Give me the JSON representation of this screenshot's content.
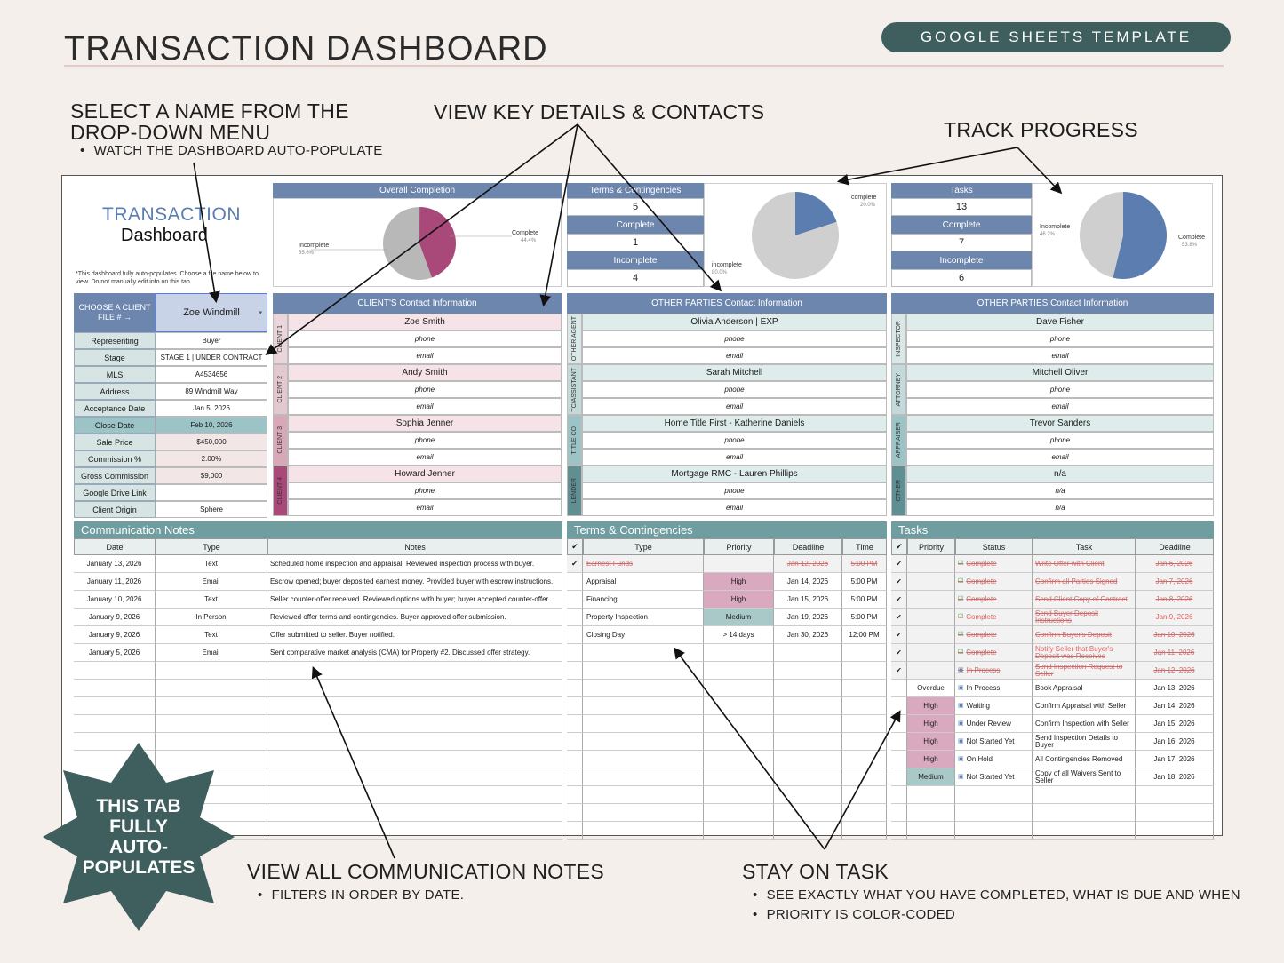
{
  "header": {
    "title": "TRANSACTION DASHBOARD",
    "badge": "GOOGLE SHEETS TEMPLATE"
  },
  "callouts": {
    "select": {
      "line1": "SELECT A NAME FROM THE",
      "line2": "DROP-DOWN MENU",
      "bullet": "WATCH THE DASHBOARD AUTO-POPULATE"
    },
    "view": "VIEW KEY DETAILS & CONTACTS",
    "track": "TRACK PROGRESS",
    "notes": {
      "title": "VIEW ALL COMMUNICATION NOTES",
      "bullet": "FILTERS IN ORDER BY DATE."
    },
    "task": {
      "title": "STAY ON TASK",
      "bullet1": "SEE EXACTLY WHAT YOU HAVE COMPLETED, WHAT IS DUE AND WHEN",
      "bullet2": "PRIORITY IS COLOR-CODED"
    },
    "star": {
      "l1": "THIS TAB",
      "l2": "FULLY",
      "l3": "AUTO-",
      "l4": "POPULATES"
    }
  },
  "dash": {
    "logo1": "TRANSACTION",
    "logo2": "Dashboard",
    "note": "*This dashboard fully auto-populates. Choose a file name below to view. Do not manually edit info on this tab.",
    "choose": "CHOOSE A CLIENT FILE # →",
    "selected": "Zoe Windmill"
  },
  "overall": {
    "title": "Overall Completion",
    "incomplete_label": "Incomplete",
    "incomplete_pct": "55.6%",
    "complete_label": "Complete",
    "complete_pct": "44.4%"
  },
  "terms_summary": {
    "title": "Terms & Contingencies",
    "total": "5",
    "complete_label": "Complete",
    "complete": "1",
    "incomplete_label": "Incomplete",
    "incomplete": "4",
    "pie_complete": "complete",
    "pie_complete_pct": "20.0%",
    "pie_incomplete": "incomplete",
    "pie_incomplete_pct": "80.0%"
  },
  "tasks_summary": {
    "title": "Tasks",
    "total": "13",
    "complete_label": "Complete",
    "complete": "7",
    "incomplete_label": "Incomplete",
    "incomplete": "6",
    "pie_incomplete": "Incomplete",
    "pie_incomplete_pct": "46.2%",
    "pie_complete": "Complete",
    "pie_complete_pct": "53.8%"
  },
  "details": [
    {
      "k": "Representing",
      "v": "Buyer"
    },
    {
      "k": "Stage",
      "v": "STAGE 1 | UNDER CONTRACT"
    },
    {
      "k": "MLS",
      "v": "A4534656"
    },
    {
      "k": "Address",
      "v": "89 Windmill Way"
    },
    {
      "k": "Acceptance Date",
      "v": "Jan 5, 2026"
    },
    {
      "k": "Close Date",
      "v": "Feb 10, 2026"
    },
    {
      "k": "Sale Price",
      "v": "$450,000"
    },
    {
      "k": "Commission %",
      "v": "2.00%"
    },
    {
      "k": "Gross Commission",
      "v": "$9,000"
    },
    {
      "k": "Google Drive Link",
      "v": ""
    },
    {
      "k": "Client Origin",
      "v": "Sphere"
    }
  ],
  "client_contacts": {
    "title": "CLIENT'S Contact Information",
    "groups": [
      {
        "tag": "CLIENT 1",
        "name": "Zoe Smith",
        "phone": "phone",
        "email": "email"
      },
      {
        "tag": "CLIENT 2",
        "name": "Andy Smith",
        "phone": "phone",
        "email": "email"
      },
      {
        "tag": "CLIENT 3",
        "name": "Sophia Jenner",
        "phone": "phone",
        "email": "email"
      },
      {
        "tag": "CLIENT 4",
        "name": "Howard Jenner",
        "phone": "phone",
        "email": "email"
      }
    ]
  },
  "other1": {
    "title": "OTHER PARTIES Contact Information",
    "groups": [
      {
        "tag": "OTHER AGENT",
        "name": "Olivia Anderson | EXP",
        "phone": "phone",
        "email": "email"
      },
      {
        "tag": "TC/ASSISTANT",
        "name": "Sarah Mitchell",
        "phone": "phone",
        "email": "email"
      },
      {
        "tag": "TITLE CO",
        "name": "Home Title First - Katherine Daniels",
        "phone": "phone",
        "email": "email"
      },
      {
        "tag": "LENDER",
        "name": "Mortgage RMC - Lauren Phillips",
        "phone": "phone",
        "email": "email"
      }
    ]
  },
  "other2": {
    "title": "OTHER PARTIES Contact Information",
    "groups": [
      {
        "tag": "INSPECTOR",
        "name": "Dave Fisher",
        "phone": "phone",
        "email": "email"
      },
      {
        "tag": "ATTORNEY",
        "name": "Mitchell Oliver",
        "phone": "phone",
        "email": "email"
      },
      {
        "tag": "APPRAISER",
        "name": "Trevor Sanders",
        "phone": "phone",
        "email": "email"
      },
      {
        "tag": "OTHER",
        "name": "n/a",
        "phone": "n/a",
        "email": "n/a"
      }
    ]
  },
  "comm": {
    "title": "Communication Notes",
    "cols": [
      "Date",
      "Type",
      "Notes"
    ],
    "rows": [
      {
        "date": "January 13, 2026",
        "type": "Text",
        "note": "Scheduled home inspection and appraisal. Reviewed inspection process with buyer."
      },
      {
        "date": "January 11, 2026",
        "type": "Email",
        "note": "Escrow opened; buyer deposited earnest money. Provided buyer with escrow instructions."
      },
      {
        "date": "January 10, 2026",
        "type": "Text",
        "note": "Seller counter-offer received. Reviewed options with buyer; buyer accepted counter-offer."
      },
      {
        "date": "January 9, 2026",
        "type": "In Person",
        "note": "Reviewed offer terms and contingencies. Buyer approved offer submission."
      },
      {
        "date": "January 9, 2026",
        "type": "Text",
        "note": "Offer submitted to seller. Buyer notified."
      },
      {
        "date": "January 5, 2026",
        "type": "Email",
        "note": "Sent comparative market analysis (CMA) for Property #2. Discussed offer strategy."
      }
    ]
  },
  "terms": {
    "title": "Terms & Contingencies",
    "cols": [
      "✔",
      "Type",
      "Priority",
      "Deadline",
      "Time"
    ],
    "rows": [
      {
        "done": "✔",
        "type": "Earnest Funds",
        "priority": "",
        "deadline": "Jan 12, 2026",
        "time": "5:00 PM",
        "struck": true,
        "pcolor": ""
      },
      {
        "done": "",
        "type": "Appraisal",
        "priority": "High",
        "deadline": "Jan 14, 2026",
        "time": "5:00 PM",
        "struck": false,
        "pcolor": "#d9a9bf"
      },
      {
        "done": "",
        "type": "Financing",
        "priority": "High",
        "deadline": "Jan 15, 2026",
        "time": "5:00 PM",
        "struck": false,
        "pcolor": "#d9a9bf"
      },
      {
        "done": "",
        "type": "Property Inspection",
        "priority": "Medium",
        "deadline": "Jan 19, 2026",
        "time": "5:00 PM",
        "struck": false,
        "pcolor": "#a9c9c9"
      },
      {
        "done": "",
        "type": "Closing Day",
        "priority": "> 14 days",
        "deadline": "Jan 30, 2026",
        "time": "12:00 PM",
        "struck": false,
        "pcolor": ""
      }
    ]
  },
  "tasks": {
    "title": "Tasks",
    "cols": [
      "✔",
      "Priority",
      "Status",
      "Task",
      "Deadline"
    ],
    "rows": [
      {
        "done": "✔",
        "priority": "",
        "status": "Complete",
        "icon": "✅",
        "task": "Write Offer with Client",
        "deadline": "Jan 6, 2026",
        "struck": true,
        "pcolor": ""
      },
      {
        "done": "✔",
        "priority": "",
        "status": "Complete",
        "icon": "✅",
        "task": "Confirm all Parties Signed",
        "deadline": "Jan 7, 2026",
        "struck": true,
        "pcolor": ""
      },
      {
        "done": "✔",
        "priority": "",
        "status": "Complete",
        "icon": "✅",
        "task": "Send Client Copy of Contract",
        "deadline": "Jan 8, 2026",
        "struck": true,
        "pcolor": ""
      },
      {
        "done": "✔",
        "priority": "",
        "status": "Complete",
        "icon": "✅",
        "task": "Send Buyer Deposit Instructions",
        "deadline": "Jan 9, 2026",
        "struck": true,
        "pcolor": ""
      },
      {
        "done": "✔",
        "priority": "",
        "status": "Complete",
        "icon": "✅",
        "task": "Confirm Buyer's Deposit",
        "deadline": "Jan 10, 2026",
        "struck": true,
        "pcolor": ""
      },
      {
        "done": "✔",
        "priority": "",
        "status": "Complete",
        "icon": "✅",
        "task": "Notify Seller that Buyer's Deposit was Received",
        "deadline": "Jan 11, 2026",
        "struck": true,
        "pcolor": ""
      },
      {
        "done": "✔",
        "priority": "",
        "status": "In Process",
        "icon": "🔄",
        "task": "Send Inspection Request to Seller",
        "deadline": "Jan 12, 2026",
        "struck": true,
        "pcolor": ""
      },
      {
        "done": "",
        "priority": "Overdue",
        "status": "In Process",
        "icon": "🔄",
        "task": "Book Appraisal",
        "deadline": "Jan 13, 2026",
        "struck": false,
        "pcolor": ""
      },
      {
        "done": "",
        "priority": "High",
        "status": "Waiting",
        "icon": "⏳",
        "task": "Confirm Appraisal with Seller",
        "deadline": "Jan 14, 2026",
        "struck": false,
        "pcolor": "#d9a9bf"
      },
      {
        "done": "",
        "priority": "High",
        "status": "Under Review",
        "icon": "🔍",
        "task": "Confirm Inspection with Seller",
        "deadline": "Jan 15, 2026",
        "struck": false,
        "pcolor": "#d9a9bf"
      },
      {
        "done": "",
        "priority": "High",
        "status": "Not Started Yet",
        "icon": "⬜",
        "task": "Send Inspection Details to Buyer",
        "deadline": "Jan 16, 2026",
        "struck": false,
        "pcolor": "#d9a9bf"
      },
      {
        "done": "",
        "priority": "High",
        "status": "On Hold",
        "icon": "⏸",
        "task": "All Contingencies Removed",
        "deadline": "Jan 17, 2026",
        "struck": false,
        "pcolor": "#d9a9bf"
      },
      {
        "done": "",
        "priority": "Medium",
        "status": "Not Started Yet",
        "icon": "⬜",
        "task": "Copy of all Waivers Sent to Seller",
        "deadline": "Jan 18, 2026",
        "struck": false,
        "pcolor": "#a9c9c9"
      }
    ]
  },
  "chart_data": [
    {
      "type": "pie",
      "title": "Overall Completion",
      "categories": [
        "Incomplete",
        "Complete"
      ],
      "values": [
        55.6,
        44.4
      ],
      "colors": [
        "#b8b8b8",
        "#a8497a"
      ]
    },
    {
      "type": "pie",
      "title": "Terms & Contingencies",
      "categories": [
        "complete",
        "incomplete"
      ],
      "values": [
        20.0,
        80.0
      ],
      "colors": [
        "#5b7db0",
        "#cfcfcf"
      ]
    },
    {
      "type": "pie",
      "title": "Tasks",
      "categories": [
        "Complete",
        "Incomplete"
      ],
      "values": [
        53.8,
        46.2
      ],
      "colors": [
        "#5b7db0",
        "#cfcfcf"
      ]
    }
  ]
}
